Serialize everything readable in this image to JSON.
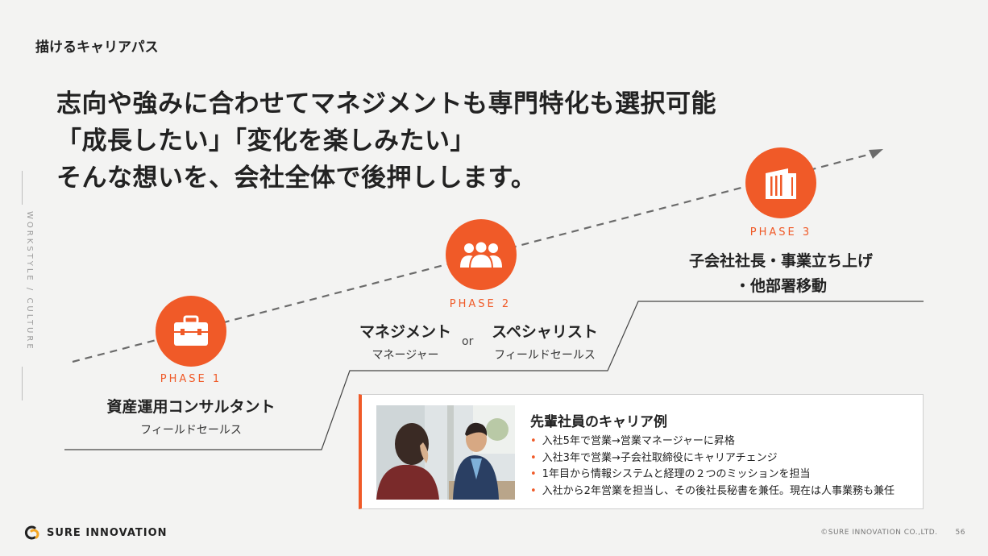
{
  "section_label": "描けるキャリアパス",
  "headline": {
    "line1": "志向や強みに合わせてマネジメントも専門特化も選択可能",
    "line2": "「成長したい」「変化を楽しみたい」",
    "line3": "そんな想いを、会社全体で後押しします。"
  },
  "side_label": "WORKSTYLE / CULTURE",
  "phase1": {
    "label": "PHASE 1",
    "role": "資産運用コンサルタント",
    "sub": "フィールドセールス",
    "icon": "briefcase-icon"
  },
  "phase2": {
    "label": "PHASE 2",
    "role_a": "マネジメント",
    "sub_a": "マネージャー",
    "or": "or",
    "role_b": "スペシャリスト",
    "sub_b": "フィールドセールス",
    "icon": "group-icon"
  },
  "phase3": {
    "label": "PHASE 3",
    "role_line1": "子会社社長・事業立ち上げ",
    "role_line2": "・他部署移動",
    "icon": "building-icon"
  },
  "card": {
    "title": "先輩社員のキャリア例",
    "items": [
      "入社5年で営業→営業マネージャーに昇格",
      "入社3年で営業→子会社取締役にキャリアチェンジ",
      "1年目から情報システムと経理の２つのミッションを担当",
      "入社から2年営業を担当し、その後社長秘書を兼任。現在は人事業務も兼任"
    ]
  },
  "logo": {
    "text": "SURE INNOVATION"
  },
  "footer": {
    "copyright": "©SURE INNOVATION CO.,LTD.",
    "page": "56"
  },
  "colors": {
    "accent": "#f05a28",
    "text": "#222222",
    "background": "#f3f3f2"
  }
}
